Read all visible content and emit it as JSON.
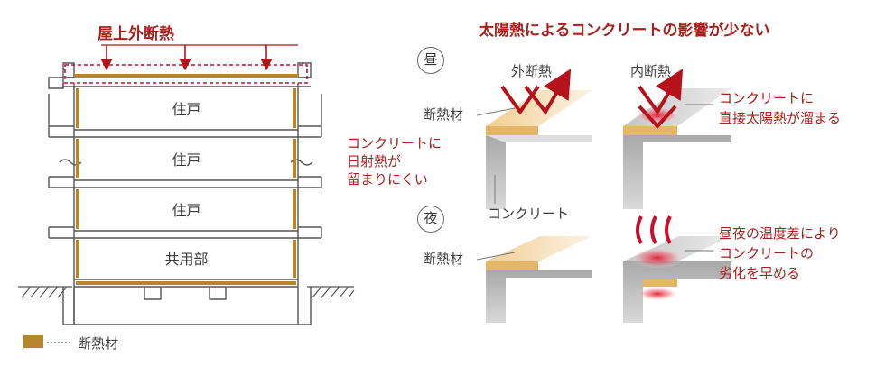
{
  "roof_title": "屋上外断熱",
  "units": [
    "住戸",
    "住戸",
    "住戸",
    "共用部"
  ],
  "legend_label": "断熱材",
  "day": {
    "badge": "昼",
    "headline": "太陽熱によるコンクリートの影響が少ない",
    "outer_label": "外断熱",
    "inner_label": "内断熱",
    "insulation_label": "断熱材",
    "outer_note": [
      "コンクリートに",
      "日射熱が",
      "留まりにくい"
    ],
    "inner_note": [
      "コンクリートに",
      "直接太陽熱が溜まる"
    ],
    "concrete_label": "コンクリート"
  },
  "night": {
    "badge": "夜",
    "insulation_label": "断熱材",
    "inner_note": [
      "昼夜の温度差により",
      "コンクリートの",
      "劣化を早める"
    ]
  },
  "colors": {
    "insulation": "#b5862c",
    "accent_red": "#c8102e",
    "text_red": "#a5221d",
    "concrete": "#cfcfcf",
    "insulation_light": "#f3d7a6"
  }
}
